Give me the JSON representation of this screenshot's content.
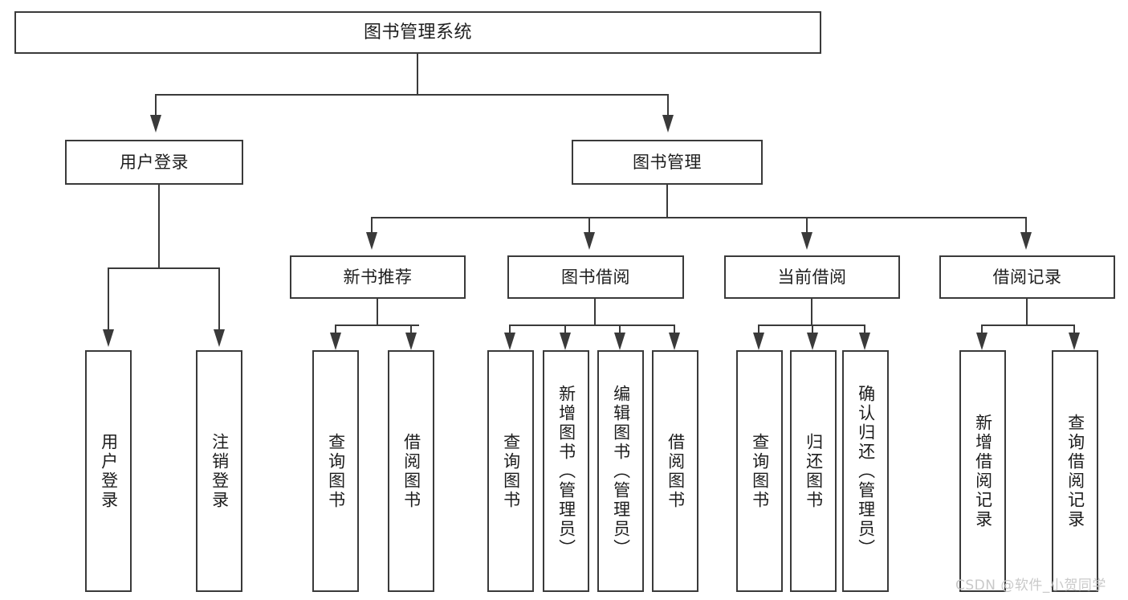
{
  "diagram": {
    "title": "图书管理系统",
    "type": "hierarchy-tree",
    "root": {
      "label": "图书管理系统"
    },
    "level1": [
      {
        "label": "用户登录"
      },
      {
        "label": "图书管理"
      }
    ],
    "level2": [
      {
        "label": "新书推荐"
      },
      {
        "label": "图书借阅"
      },
      {
        "label": "当前借阅"
      },
      {
        "label": "借阅记录"
      }
    ],
    "leaves": {
      "user_login": [
        {
          "label": "用户登录"
        },
        {
          "label": "注销登录"
        }
      ],
      "new_book_recommend": [
        {
          "label": "查询图书"
        },
        {
          "label": "借阅图书"
        }
      ],
      "book_borrow": [
        {
          "label": "查询图书"
        },
        {
          "label": "新增图书（管理员）"
        },
        {
          "label": "编辑图书（管理员）"
        },
        {
          "label": "借阅图书"
        }
      ],
      "current_borrow": [
        {
          "label": "查询图书"
        },
        {
          "label": "归还图书"
        },
        {
          "label": "确认归还（管理员）"
        }
      ],
      "borrow_record": [
        {
          "label": "新增借阅记录"
        },
        {
          "label": "查询借阅记录"
        }
      ]
    }
  },
  "watermark": {
    "text": "CSDN @软件_小贺同学"
  },
  "colors": {
    "stroke": "#3a3a3a",
    "background": "#ffffff",
    "text": "#1d1d1d",
    "watermark": "#c9c9c9"
  }
}
